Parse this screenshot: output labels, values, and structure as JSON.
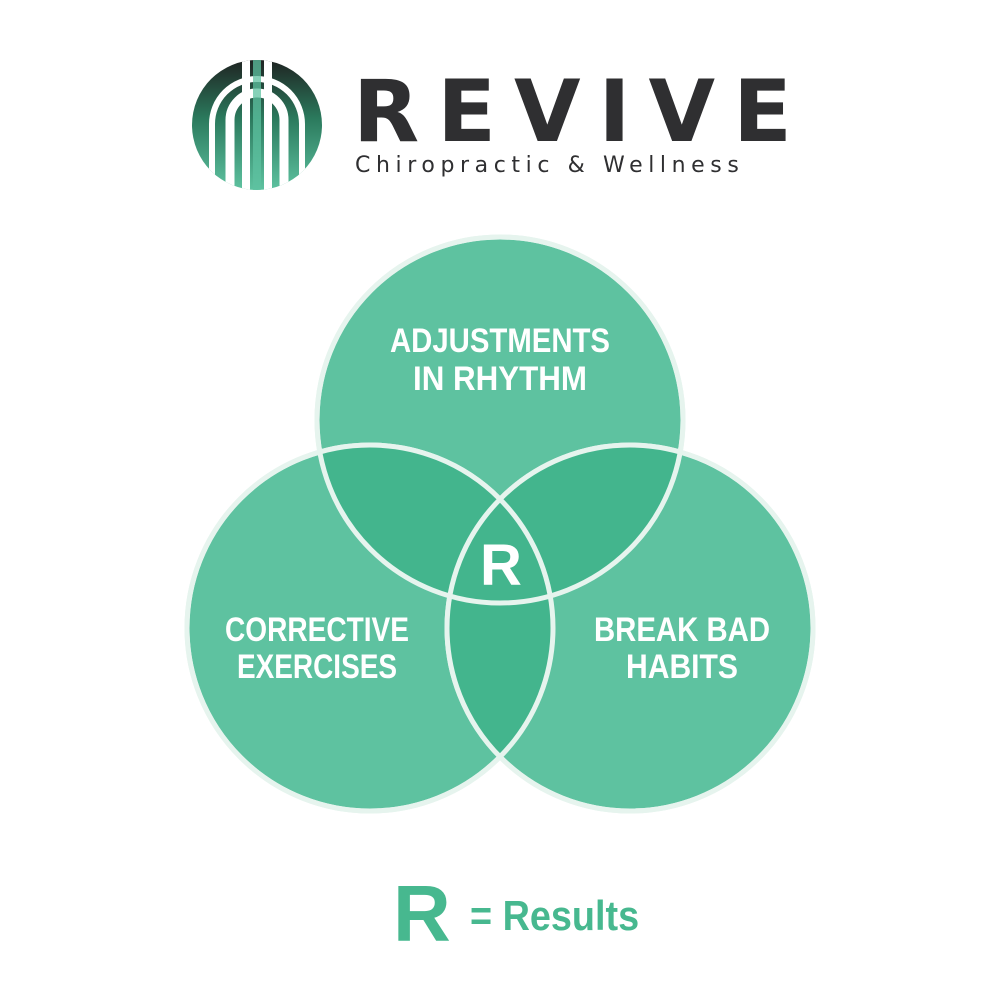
{
  "brand": {
    "name": "REVIVE",
    "tagline": "Chiropractic & Wellness",
    "logo_icon": "revive-spine-logo-icon",
    "colors": {
      "green_light": "#5ec2a0",
      "green_dark": "#2b7a5d",
      "charcoal": "#2f2f31"
    }
  },
  "venn": {
    "circles": [
      {
        "lines": [
          "ADJUSTMENTS",
          "IN RHYTHM"
        ]
      },
      {
        "lines": [
          "CORRECTIVE",
          "EXERCISES"
        ]
      },
      {
        "lines": [
          "BREAK BAD",
          "HABITS"
        ]
      }
    ],
    "center_label": "R",
    "colors": {
      "circle_fill": "#5ec2a0",
      "overlap_fill": "#43b58d",
      "outline": "#e6f4ee"
    }
  },
  "legend": {
    "symbol": "R",
    "text": "= Results",
    "color": "#47b88f"
  }
}
